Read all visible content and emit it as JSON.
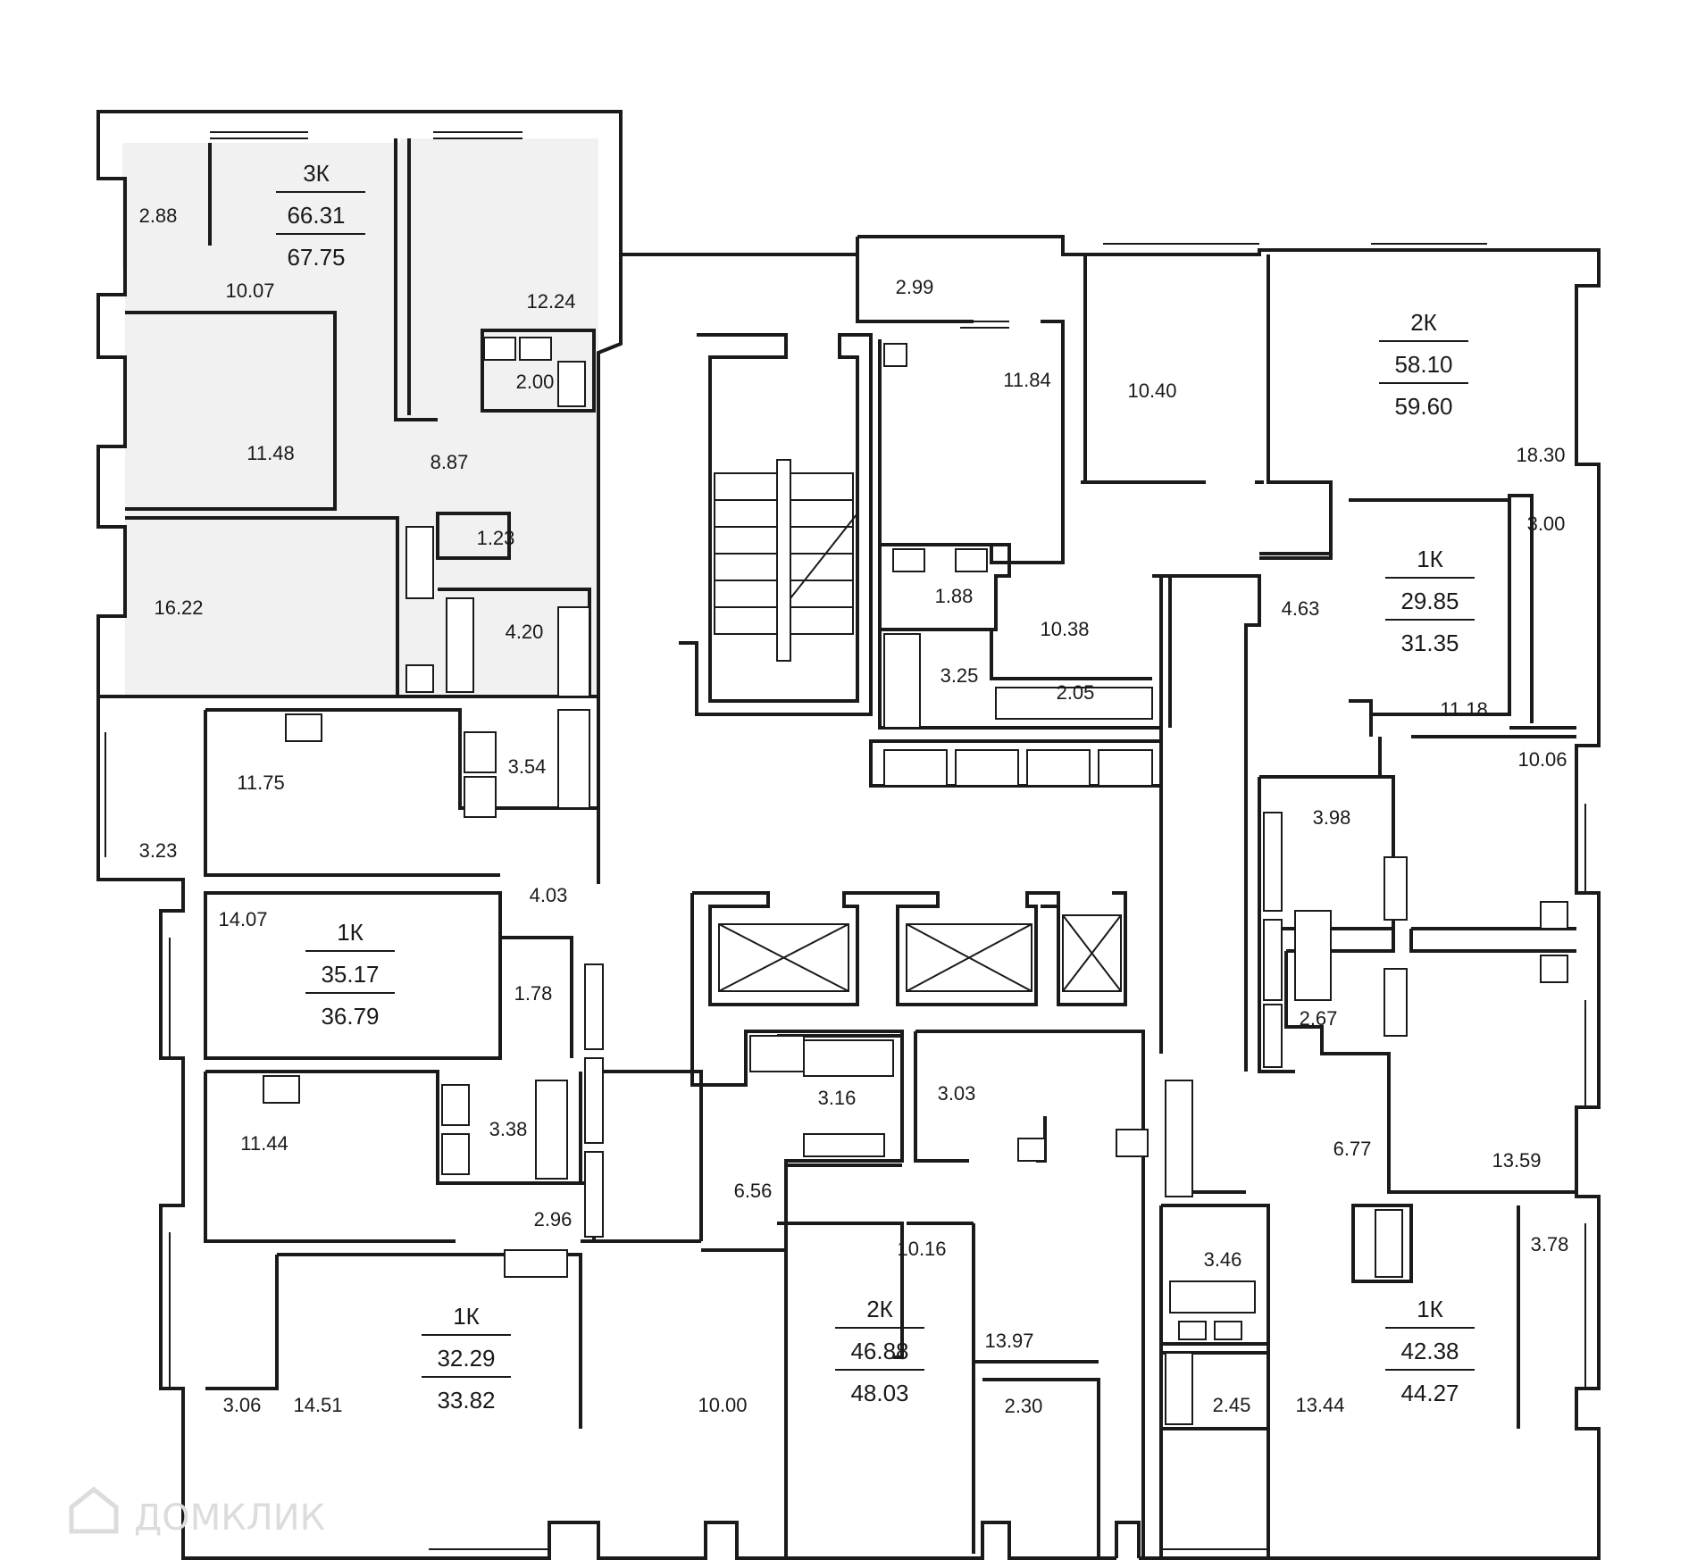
{
  "watermark": {
    "text": "ДОМКЛИК",
    "icon": "house-logo-icon"
  },
  "apartments": [
    {
      "id": "apt-3k",
      "type": "3К",
      "living_area": "66.31",
      "total_area": "67.75"
    },
    {
      "id": "apt-2k-top",
      "type": "2К",
      "living_area": "58.10",
      "total_area": "59.60"
    },
    {
      "id": "apt-1k-right",
      "type": "1К",
      "living_area": "29.85",
      "total_area": "31.35"
    },
    {
      "id": "apt-1k-left-mid",
      "type": "1К",
      "living_area": "35.17",
      "total_area": "36.79"
    },
    {
      "id": "apt-1k-left-bottom",
      "type": "1К",
      "living_area": "32.29",
      "total_area": "33.82"
    },
    {
      "id": "apt-2k-bottom",
      "type": "2К",
      "living_area": "46.88",
      "total_area": "48.03"
    },
    {
      "id": "apt-1k-right-bottom",
      "type": "1К",
      "living_area": "42.38",
      "total_area": "44.27"
    }
  ],
  "rooms": [
    "2.88",
    "10.07",
    "12.24",
    "2.00",
    "11.48",
    "8.87",
    "16.22",
    "1.23",
    "4.20",
    "11.75",
    "3.54",
    "3.23",
    "4.03",
    "14.07",
    "1.78",
    "11.44",
    "3.38",
    "2.96",
    "3.06",
    "14.51",
    "2.99",
    "11.84",
    "10.40",
    "18.30",
    "1.88",
    "3.25",
    "10.38",
    "2.05",
    "3.00",
    "4.63",
    "11.18",
    "10.06",
    "3.98",
    "2.67",
    "6.77",
    "13.59",
    "3.16",
    "3.03",
    "6.56",
    "10.16",
    "10.00",
    "13.97",
    "2.30",
    "3.46",
    "3.78",
    "2.45",
    "13.44"
  ]
}
